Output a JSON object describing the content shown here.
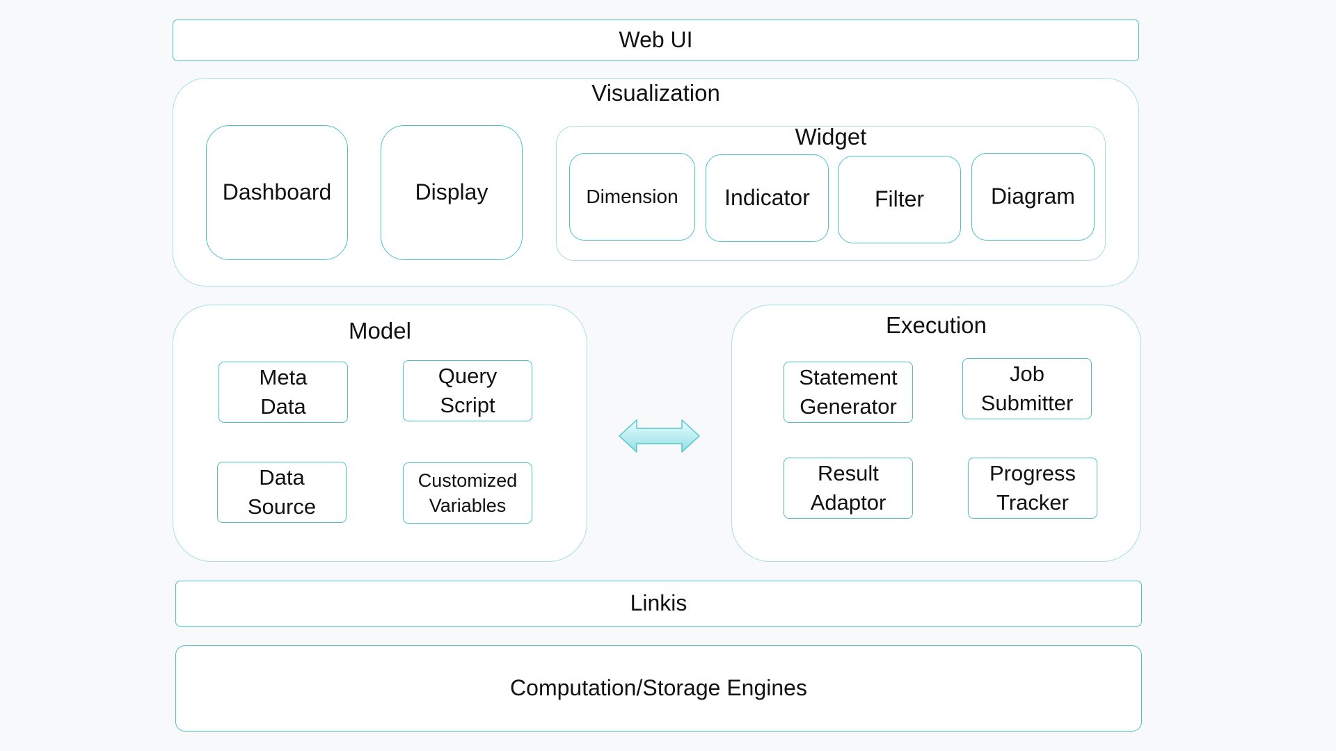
{
  "layers": {
    "web_ui": "Web UI",
    "visualization": {
      "title": "Visualization",
      "dashboard": "Dashboard",
      "display": "Display",
      "widget": {
        "title": "Widget",
        "dimension": "Dimension",
        "indicator": "Indicator",
        "filter": "Filter",
        "diagram": "Diagram"
      }
    },
    "model": {
      "title": "Model",
      "meta_data": "Meta\nData",
      "query_script": "Query\nScript",
      "data_source": "Data\nSource",
      "customized_variables": "Customized\nVariables"
    },
    "execution": {
      "title": "Execution",
      "statement_generator": "Statement\nGenerator",
      "job_submitter": "Job\nSubmitter",
      "result_adaptor": "Result\nAdaptor",
      "progress_tracker": "Progress\nTracker"
    },
    "linkis": "Linkis",
    "engines": "Computation/Storage Engines"
  },
  "colors": {
    "border": "#49c1c6",
    "border_soft": "#a9dfe2",
    "arrow_fill_top": "#eafcfd",
    "arrow_fill_bottom": "#8fe0e6"
  }
}
